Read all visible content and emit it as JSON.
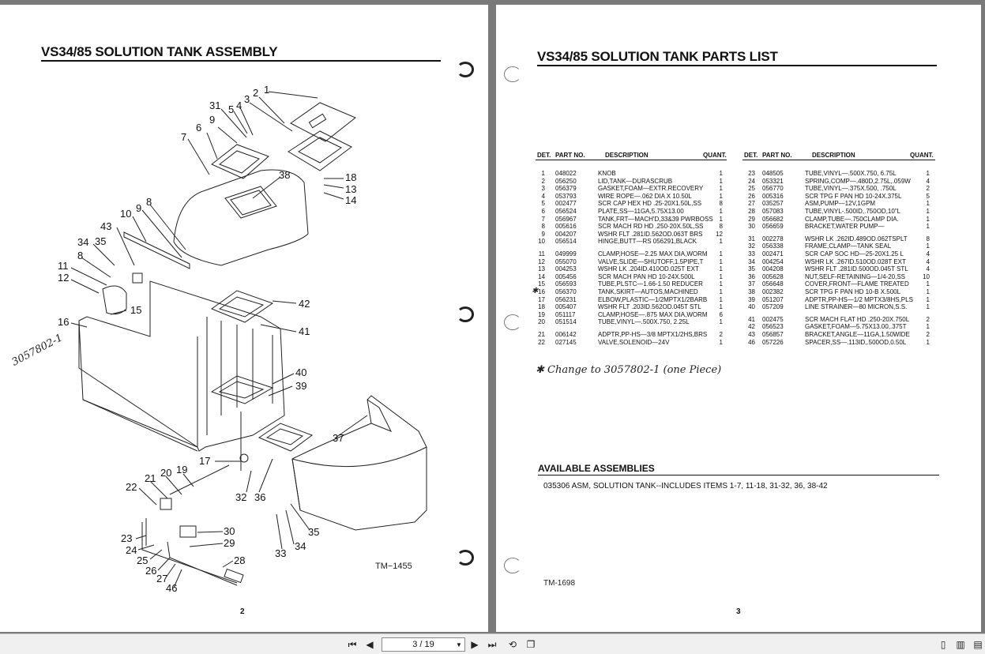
{
  "left_page": {
    "title": "VS34/85 SOLUTION TANK ASSEMBLY",
    "page_number": "2",
    "tm_code": "TM−1455",
    "handwritten_note": "3057802-1",
    "callouts": [
      "1",
      "2",
      "3",
      "4",
      "5",
      "31",
      "9",
      "6",
      "7",
      "38",
      "18",
      "13",
      "14",
      "8",
      "9",
      "10",
      "43",
      "34",
      "35",
      "8",
      "11",
      "12",
      "15",
      "16",
      "42",
      "41",
      "40",
      "39",
      "37",
      "17",
      "19",
      "20",
      "21",
      "22",
      "32",
      "36",
      "30",
      "29",
      "23",
      "24",
      "25",
      "26",
      "27",
      "28",
      "46",
      "33",
      "34",
      "35"
    ]
  },
  "right_page": {
    "title": "VS34/85 SOLUTION TANK PARTS LIST",
    "page_number": "3",
    "tm_code": "TM-1698",
    "table_headers": {
      "det": "DET.",
      "part": "PART NO.",
      "desc": "DESCRIPTION",
      "quant": "QUANT."
    },
    "left_rows": [
      [
        "1",
        "048022",
        "KNOB",
        "1"
      ],
      [
        "2",
        "056250",
        "LID,TANK—DURASCRUB",
        "1"
      ],
      [
        "3",
        "056379",
        "GASKET,FOAM—EXTR.RECOVERY",
        "1"
      ],
      [
        "4",
        "053793",
        "WIRE ROPE—.062 DIA X 10.50L",
        "1"
      ],
      [
        "5",
        "002477",
        "SCR CAP HEX HD .25-20X1.50L,SS",
        "8"
      ],
      [
        "6",
        "056524",
        "PLATE,SS—11GA,5.75X13.00",
        "1"
      ],
      [
        "7",
        "056967",
        "TANK,FRT—MACH'D,33&39 PWRBOSS",
        "1"
      ],
      [
        "8",
        "005616",
        "SCR MACH RD HD .250-20X.50L,SS",
        "8"
      ],
      [
        "9",
        "004207",
        "WSHR FLT .281ID.562OD.063T BRS",
        "12"
      ],
      [
        "10",
        "056514",
        "HINGE,BUTT—RS 056291,BLACK",
        "1"
      ],
      [
        "11",
        "049999",
        "CLAMP,HOSE—2.25 MAX DIA,WORM",
        "1"
      ],
      [
        "12",
        "055070",
        "VALVE,SLIDE—SHUTOFF,1.5PIPE,T",
        "1"
      ],
      [
        "13",
        "004253",
        "WSHR LK .204ID.410OD.025T EXT",
        "1"
      ],
      [
        "14",
        "005456",
        "SCR MACH PAN HD 10-24X.500L",
        "1"
      ],
      [
        "15",
        "056593",
        "TUBE,PLSTC—1.66-1.50 REDUCER",
        "1"
      ],
      [
        "16",
        "056370",
        "TANK,SKIRT—AUTOS,MACHINED",
        "1"
      ],
      [
        "17",
        "056231",
        "ELBOW,PLASTIC—1/2MPTX1/2BARB",
        "1"
      ],
      [
        "18",
        "005407",
        "WSHR FLT .203ID.562OD.045T STL",
        "1"
      ],
      [
        "19",
        "051117",
        "CLAMP,HOSE—.875 MAX DIA,WORM",
        "6"
      ],
      [
        "20",
        "051514",
        "TUBE,VINYL—.500X.750, 2.25L",
        "1"
      ],
      [
        "21",
        "006142",
        "ADPTR,PP-HS—3/8 MPTX1/2HS,BRS",
        "2"
      ],
      [
        "22",
        "027145",
        "VALVE,SOLENOID—24V",
        "1"
      ]
    ],
    "right_rows": [
      [
        "23",
        "048505",
        "TUBE,VINYL—.500X.750, 6.75L",
        "1"
      ],
      [
        "24",
        "053321",
        "SPRING,COMP—.480D,2.75L,.059W",
        "4"
      ],
      [
        "25",
        "056770",
        "TUBE,VINYL—.375X.500, .750L",
        "2"
      ],
      [
        "26",
        "005316",
        "SCR TPG F PAN HD 10-24X.375L",
        "5"
      ],
      [
        "27",
        "035257",
        "ASM,PUMP—12V,1GPM",
        "1"
      ],
      [
        "28",
        "057083",
        "TUBE,VINYL-.500ID,.750OD,10\"L",
        "1"
      ],
      [
        "29",
        "056682",
        "CLAMP,TUBE—.750CLAMP DIA.",
        "1"
      ],
      [
        "30",
        "056659",
        "BRACKET,WATER PUMP—",
        "1"
      ],
      [
        "31",
        "002278",
        "WSHR LK .262ID.489OD.062TSPLT",
        "8"
      ],
      [
        "32",
        "056338",
        "FRAME,CLAMP—TANK SEAL",
        "1"
      ],
      [
        "33",
        "002471",
        "SCR CAP SOC HD—25-20X1.25 L",
        "4"
      ],
      [
        "34",
        "004254",
        "WSHR LK .267ID.510OD.028T EXT",
        "4"
      ],
      [
        "35",
        "004208",
        "WSHR FLT .281ID.500OD.045T STL",
        "4"
      ],
      [
        "36",
        "005628",
        "NUT,SELF-RETAINING—1/4-20,SS",
        "10"
      ],
      [
        "37",
        "056648",
        "COVER,FRONT—FLAME TREATED",
        "1"
      ],
      [
        "38",
        "002382",
        "SCR TPG F PAN HD 10-B X.500L",
        "1"
      ],
      [
        "39",
        "051207",
        "ADPTR,PP-HS—1/2 MPTX3/8HS,PLS",
        "1"
      ],
      [
        "40",
        "057209",
        "LINE STRAINER—80 MICRON,S.S.",
        "1"
      ],
      [
        "41",
        "002475",
        "SCR MACH FLAT HD .250-20X.750L",
        "2"
      ],
      [
        "42",
        "056523",
        "GASKET,FOAM—5.75X13.00,.375T",
        "1"
      ],
      [
        "43",
        "056857",
        "BRACKET,ANGLE—11GA,1.50WIDE",
        "2"
      ],
      [
        "46",
        "057226",
        "SPACER,SS—.113ID,.500OD,0.50L",
        "1"
      ]
    ],
    "handwritten_change": "✱ Change to 3057802-1 (one Piece)",
    "assemblies_title": "AVAILABLE ASSEMBLIES",
    "assembly_line": "035306   ASM, SOLUTION TANK--INCLUDES ITEMS 1-7, 11-18, 31-32, 36, 38-42"
  },
  "toolbar": {
    "page_indicator": "3 / 19",
    "icons": [
      "first-page-icon",
      "prev-page-icon",
      "next-page-icon",
      "last-page-icon",
      "rotate-icon",
      "copy-icon",
      "single-page-icon",
      "two-page-icon",
      "scroll-icon"
    ]
  }
}
